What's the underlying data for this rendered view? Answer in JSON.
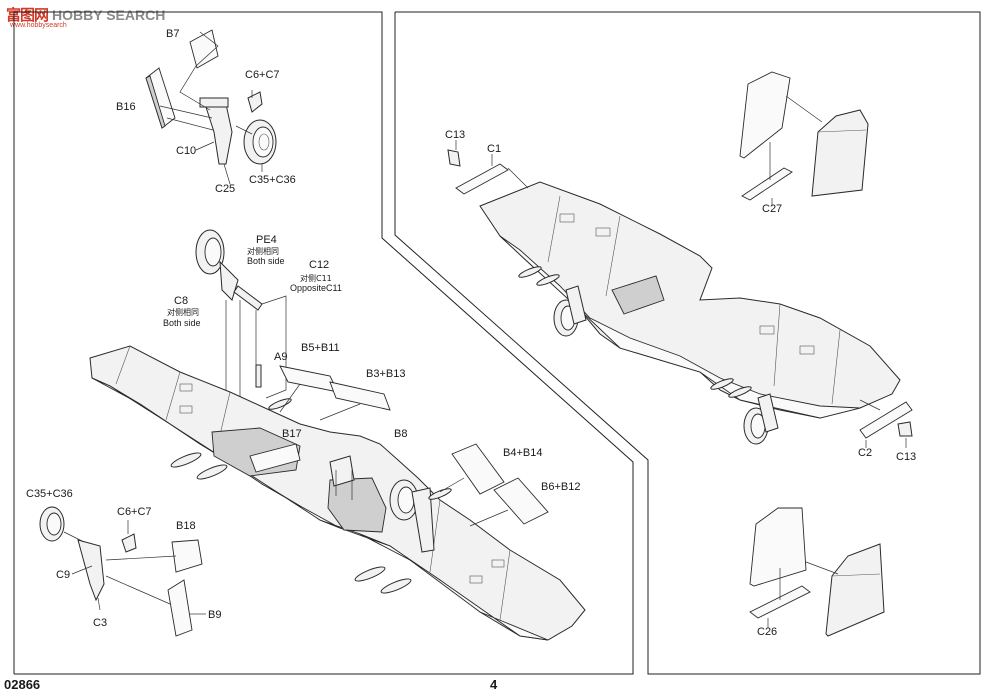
{
  "watermark": {
    "logo": "富图网",
    "text": "HOBBY SEARCH",
    "sub": "www.hobbysearch"
  },
  "footer": {
    "product_code": "02866",
    "page_number": "4"
  },
  "labels": {
    "b7": "B7",
    "c6c7_top": "C6+C7",
    "b16": "B16",
    "c10": "C10",
    "c25": "C25",
    "c35c36_top": "C35+C36",
    "pe4": "PE4",
    "pe4_cn": "对侧相同",
    "pe4_en": "Both side",
    "c12": "C12",
    "c11_cn": "对侧C11",
    "c11_en": "OppositeC11",
    "c8": "C8",
    "c8_cn": "对侧相同",
    "c8_en": "Both side",
    "a9": "A9",
    "b5b11": "B5+B11",
    "b3b13": "B3+B13",
    "b17": "B17",
    "b8": "B8",
    "b4b14": "B4+B14",
    "b6b12": "B6+B12",
    "c35c36_bot": "C35+C36",
    "c6c7_bot": "C6+C7",
    "b18": "B18",
    "c9": "C9",
    "c3": "C3",
    "b9": "B9",
    "c13_top": "C13",
    "c1": "C1",
    "c27": "C27",
    "c2": "C2",
    "c13_bot": "C13",
    "c26": "C26"
  }
}
